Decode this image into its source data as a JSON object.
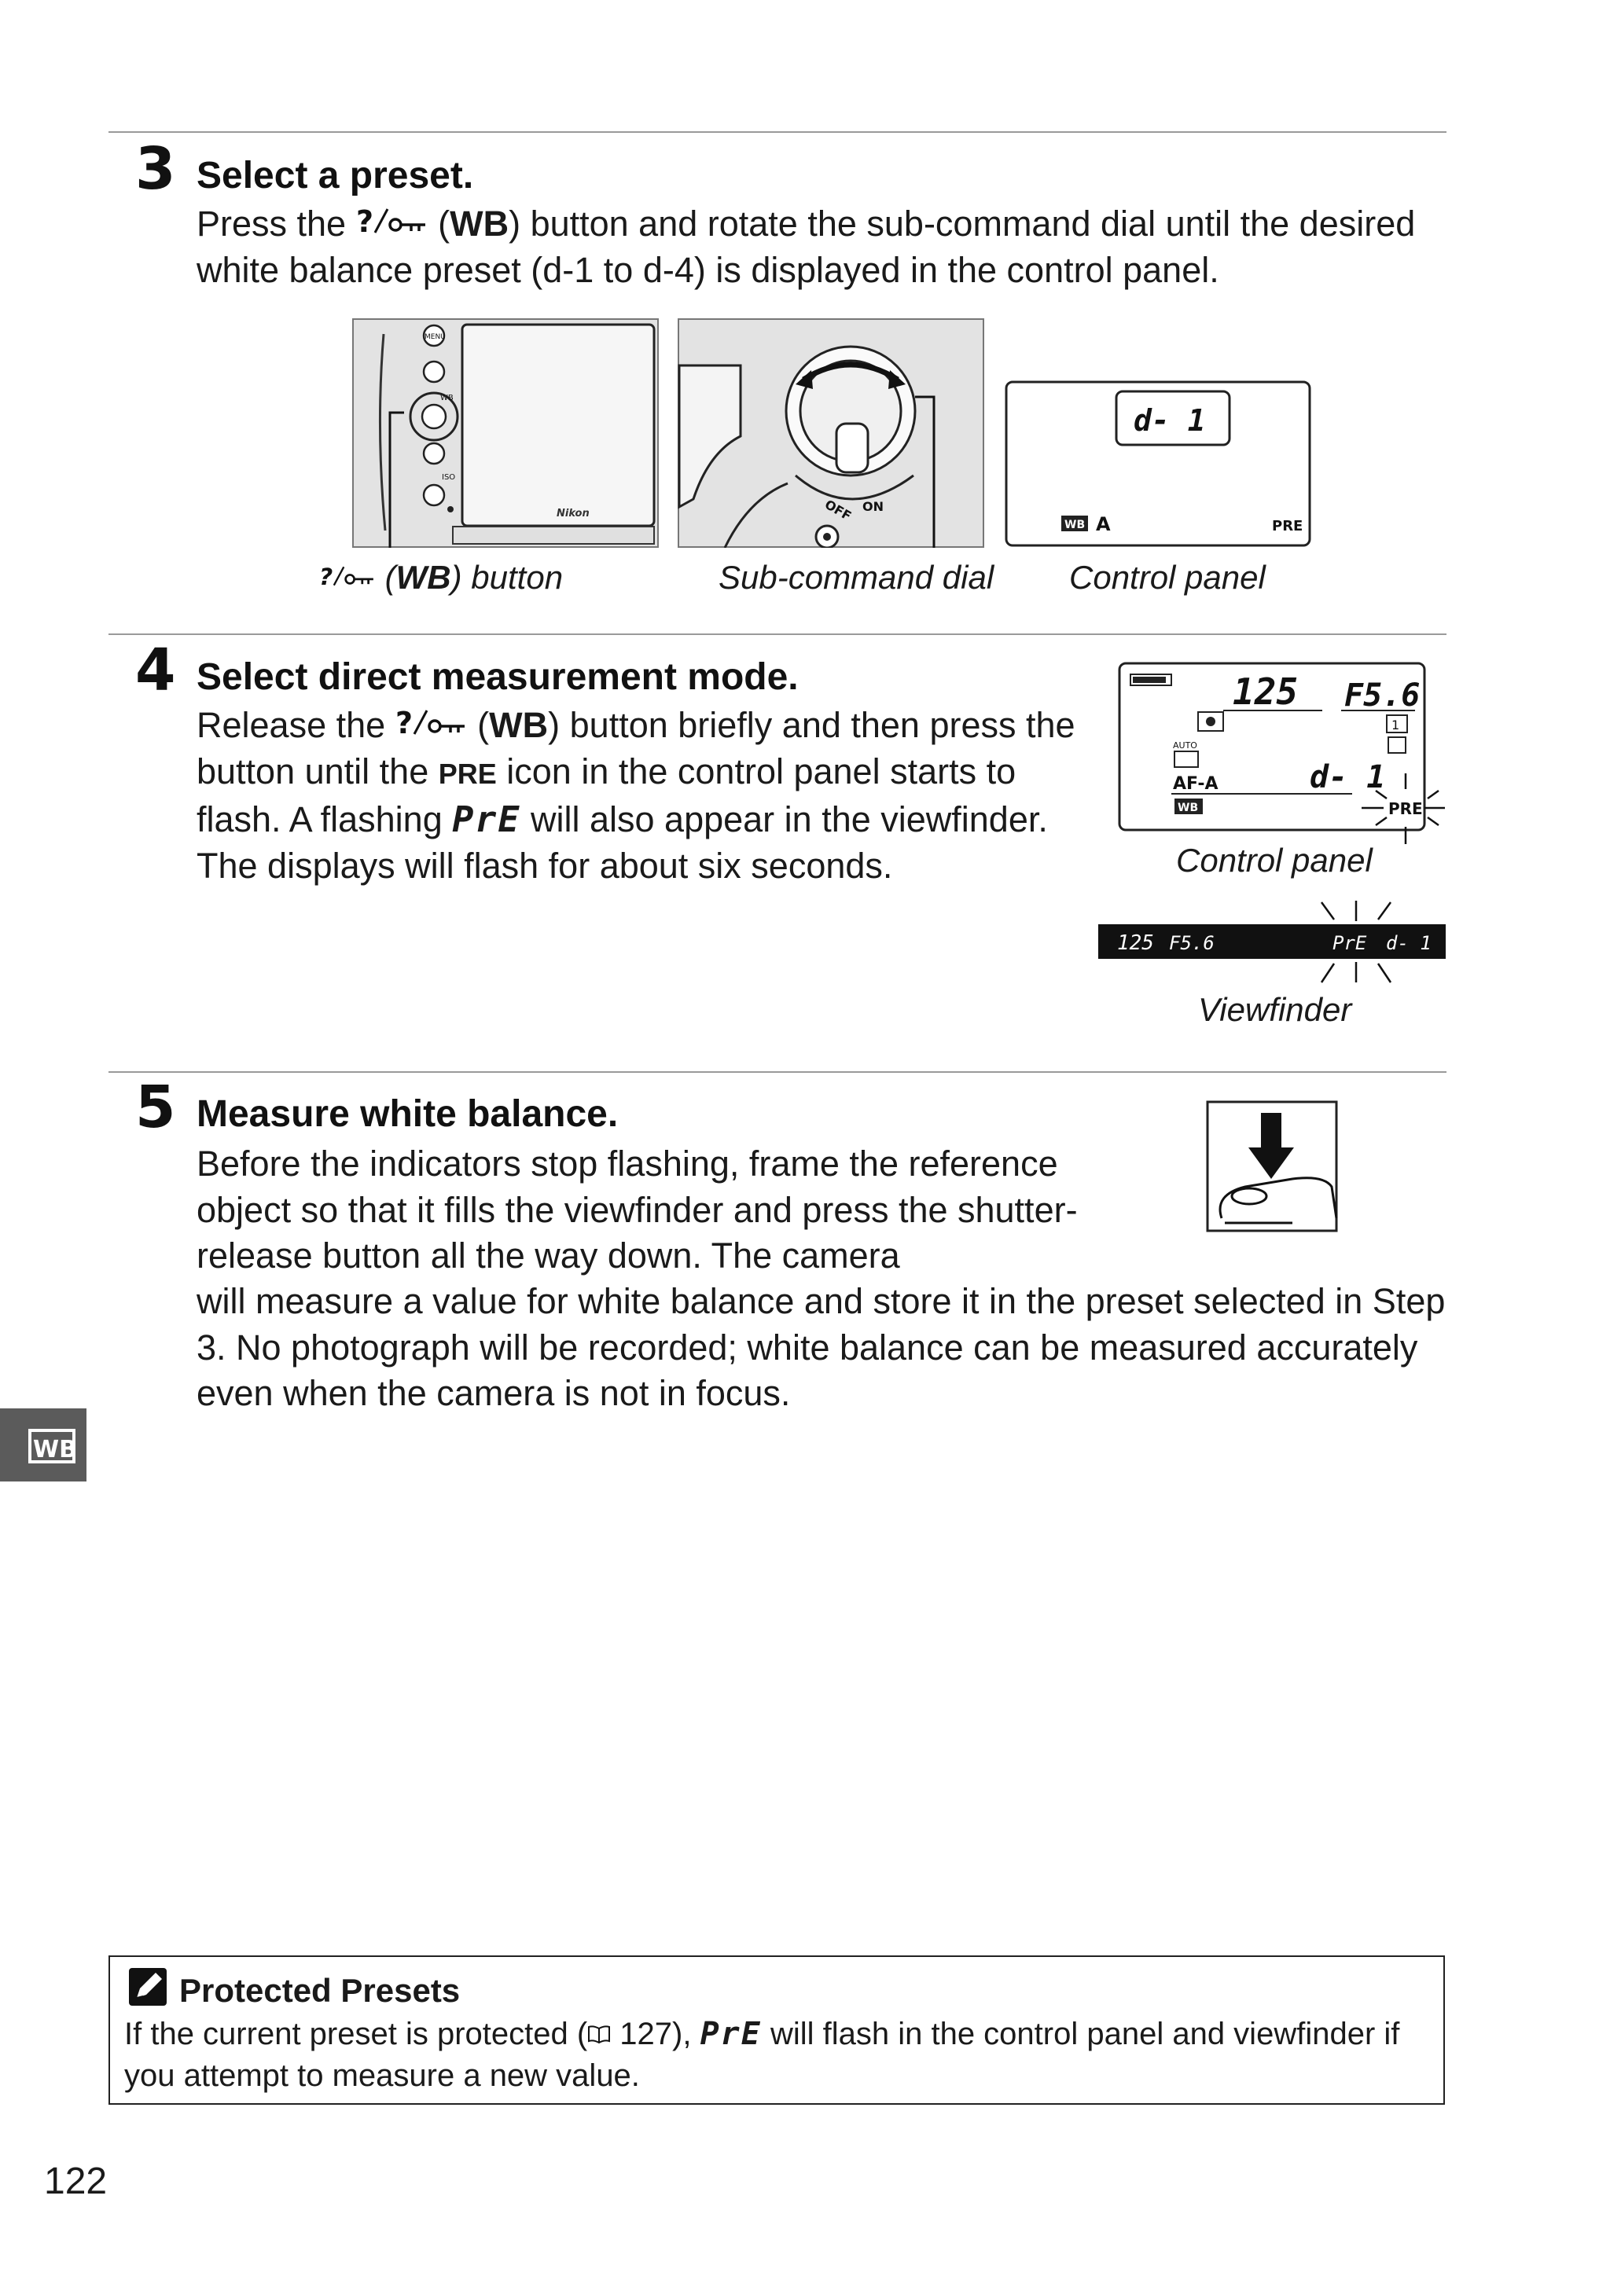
{
  "step3": {
    "number": "3",
    "heading": "Select a preset.",
    "body_a": "Press the ",
    "wb1": "WB",
    "body_b": ") button and rotate the sub-command dial until the desired white balance preset (d-1 to d-4) is displayed in the control panel.",
    "captions": {
      "button_wb": "WB",
      "button_rest": ") button",
      "sub_command_dial": "Sub-command dial",
      "control_panel": "Control panel"
    },
    "figure": {
      "menu_label": "MENU",
      "wb_label": "WB",
      "iso_label": "ISO",
      "brand": "Nikon",
      "dial_off": "OFF",
      "dial_on": "ON",
      "panel_readout": "d-  1",
      "panel_wb": "WB",
      "panel_a": "A",
      "panel_pre": "PRE"
    }
  },
  "step4": {
    "number": "4",
    "heading": "Select direct measurement mode.",
    "body_a": "Release the ",
    "wb": "WB",
    "body_b": ") button briefly and then press the button until the ",
    "pre": "PRE",
    "body_c": " icon in the control panel starts to flash.  A flashing ",
    "pre_seg": "PrE",
    "body_d": " will also appear in the viewfinder. The displays will flash for about six seconds.",
    "caption_control_panel": "Control panel",
    "caption_viewfinder": "Viewfinder",
    "panel": {
      "shutter": "125",
      "aperture": "F5.6",
      "auto": "AUTO",
      "afa": "AF-A",
      "wb": "WB",
      "preset": "d- 1",
      "pre": "PRE",
      "frame": "1"
    },
    "viewfinder": {
      "shutter": "125",
      "aperture": "F5.6",
      "pre": "PrE",
      "preset": "d- 1"
    }
  },
  "step5": {
    "number": "5",
    "heading": "Measure white balance.",
    "body": "Before the indicators stop flashing, frame the reference object so that it fills the viewfinder and press the shutter-release button all the way down.  The camera",
    "body_full": "will measure a value for white balance and store it in the preset selected in Step 3.  No photograph will be recorded; white balance can be measured accurately even when the camera is not in focus."
  },
  "note": {
    "title": "Protected Presets",
    "body_a": "If the current preset is protected (",
    "page_ref": " 127), ",
    "seg": "PrE",
    "body_b": " will flash in the control panel and viewfinder if you attempt to measure a new value."
  },
  "side_tab": "WB",
  "page_number": "122"
}
